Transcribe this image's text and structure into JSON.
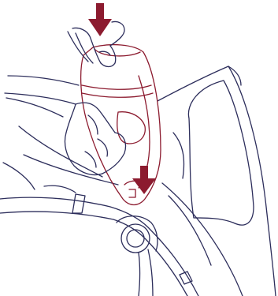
{
  "colors": {
    "line": "#2c2d5b",
    "accent": "#8c1b2f",
    "arrow": "#8c1b2f",
    "background": "#ffffff"
  },
  "illustration": {
    "arrows": [
      {
        "id": "top",
        "icon": "arrow-down-icon",
        "direction": "down"
      },
      {
        "id": "lower",
        "icon": "arrow-down-icon",
        "direction": "down"
      }
    ]
  }
}
